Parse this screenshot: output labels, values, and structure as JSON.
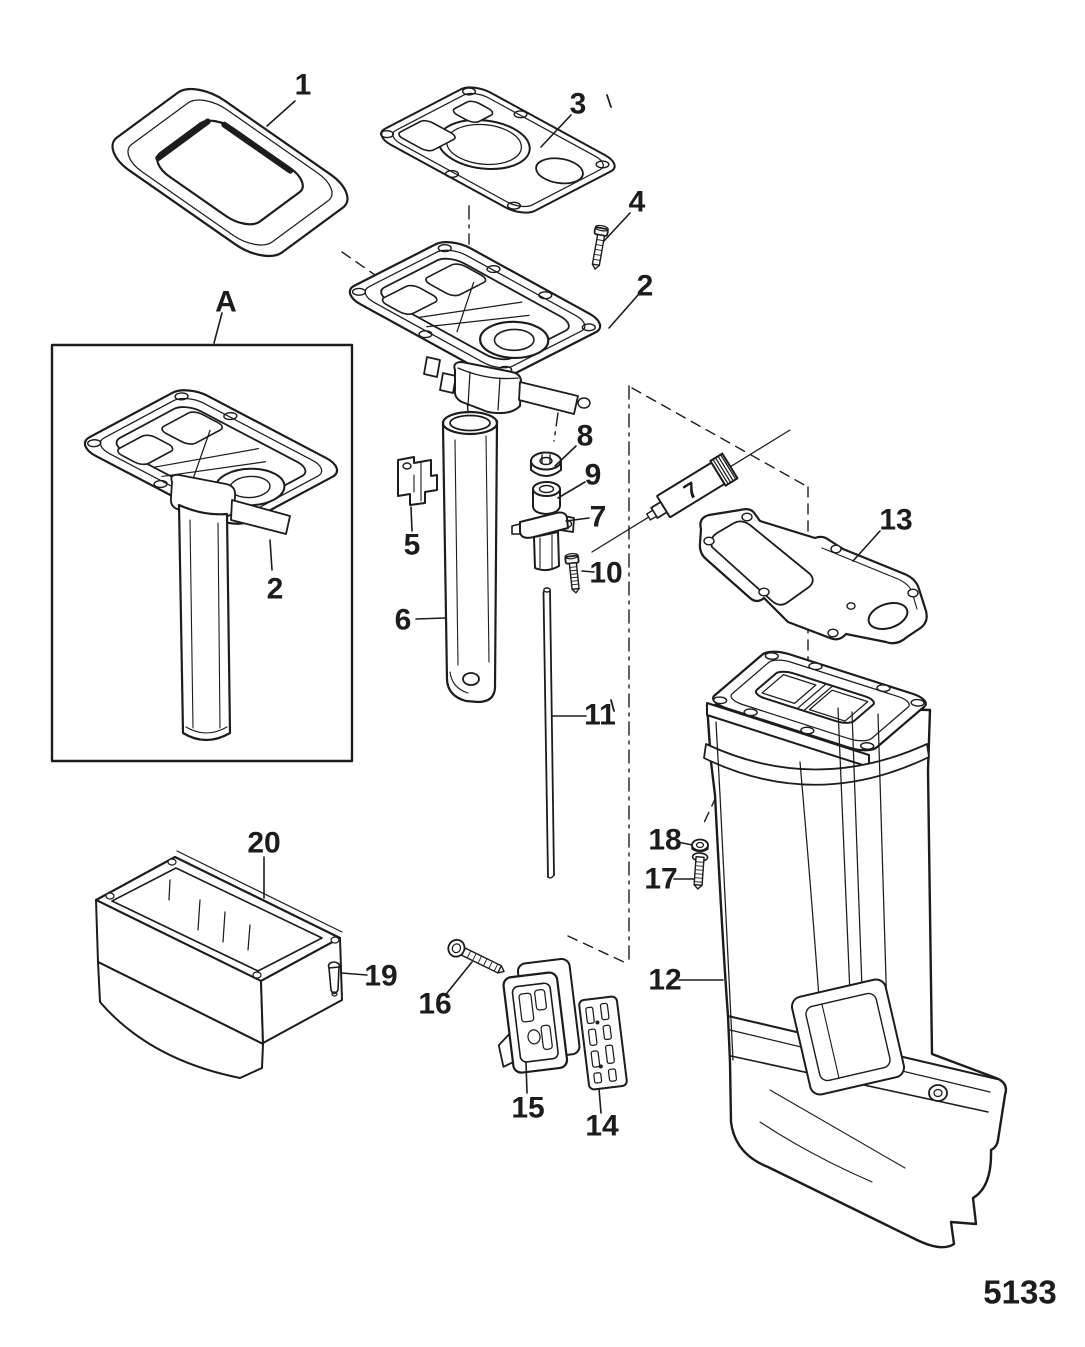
{
  "figure": {
    "drawing_number": "5133",
    "ink_color": "#1c1c1c",
    "background_color": "#ffffff"
  },
  "callouts": {
    "c1": "1",
    "c2": "2",
    "c2_inset": "2",
    "c3": "3",
    "c4": "4",
    "c5": "5",
    "c6": "6",
    "c7": "7",
    "c7_tube": "7",
    "c8": "8",
    "c9": "9",
    "c10": "10",
    "c11": "11",
    "c12": "12",
    "c13": "13",
    "c14": "14",
    "c15": "15",
    "c16": "16",
    "c17": "17",
    "c18": "18",
    "c19": "19",
    "c20": "20",
    "cA": "A"
  }
}
